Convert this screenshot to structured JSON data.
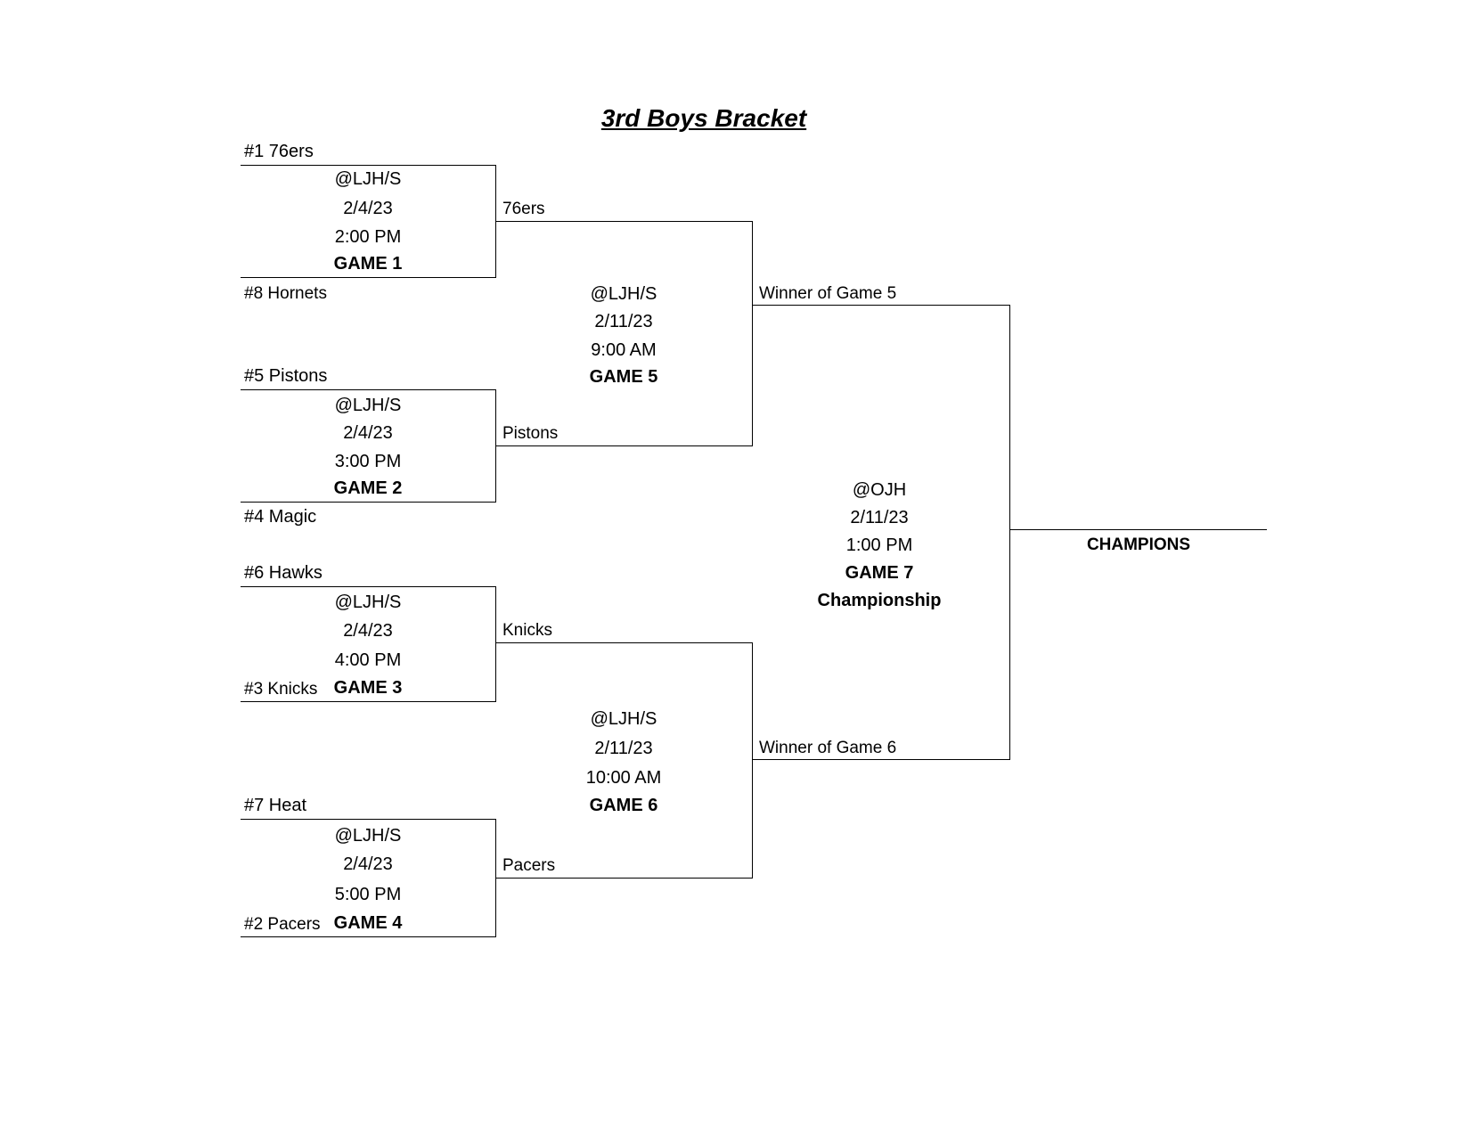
{
  "title": "3rd Boys Bracket",
  "round1": [
    {
      "top_team": "#1 76ers",
      "bottom_team": "#8 Hornets",
      "location": "@LJH/S",
      "date": "2/4/23",
      "time": "2:00 PM",
      "game": "GAME 1",
      "winner": "76ers"
    },
    {
      "top_team": "#5 Pistons",
      "bottom_team": "#4 Magic",
      "location": "@LJH/S",
      "date": "2/4/23",
      "time": "3:00 PM",
      "game": "GAME 2",
      "winner": "Pistons"
    },
    {
      "top_team": "#6 Hawks",
      "bottom_team": "#3 Knicks",
      "location": "@LJH/S",
      "date": "2/4/23",
      "time": "4:00 PM",
      "game": "GAME 3",
      "winner": "Knicks"
    },
    {
      "top_team": "#7 Heat",
      "bottom_team": "#2 Pacers",
      "location": "@LJH/S",
      "date": "2/4/23",
      "time": "5:00 PM",
      "game": "GAME 4",
      "winner": "Pacers"
    }
  ],
  "semifinals": [
    {
      "location": "@LJH/S",
      "date": "2/11/23",
      "time": "9:00 AM",
      "game": "GAME 5",
      "winner": "Winner of Game 5"
    },
    {
      "location": "@LJH/S",
      "date": "2/11/23",
      "time": "10:00 AM",
      "game": "GAME 6",
      "winner": "Winner of Game 6"
    }
  ],
  "final": {
    "location": "@OJH",
    "date": "2/11/23",
    "time": "1:00 PM",
    "game": "GAME 7",
    "label": "Championship",
    "winner_label": "CHAMPIONS"
  }
}
